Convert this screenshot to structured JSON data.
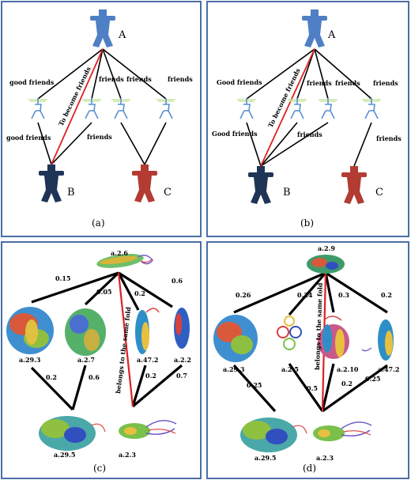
{
  "colors": {
    "panel_border": "#4a6fa5",
    "node_a": "#4f7fc4",
    "node_b": "#1f3556",
    "node_c": "#b23b32",
    "small_icon": "#5b8fd6",
    "highlight_edge": "#e02020"
  },
  "panel_a": {
    "caption": "(a)",
    "node_a": "A",
    "node_b": "B",
    "node_c": "C",
    "good_friends_1": "good friends",
    "good_friends_2": "good friends",
    "to_become_friends": "To become friends",
    "friends_1": "friends",
    "friends_2": "friends",
    "friends_3": "friends",
    "friends_4": "friends"
  },
  "panel_b": {
    "caption": "(b)",
    "node_a": "A",
    "node_b": "B",
    "node_c": "C",
    "good_friends_1": "Good friends",
    "good_friends_2": "Good friends",
    "to_become_friends": "To become friends",
    "friends_1": "friends",
    "friends_2": "friends",
    "friends_3": "friends",
    "friends_4": "friends",
    "friends_5": "friends"
  },
  "panel_c": {
    "caption": "(c)",
    "top": "a.2.6",
    "w1": "0.15",
    "w2": "0.05",
    "w3": "0.2",
    "w4": "0.6",
    "n1": "a.29.3",
    "n2": "a.2.7",
    "n3": "a.47.2",
    "n4": "a.2.2",
    "bw1": "0.2",
    "bw2": "0.6",
    "bw3": "0.2",
    "bw4": "0.7",
    "bottom_left": "a.29.5",
    "bottom_right": "a.2.3",
    "same_fold": "belongs to the same fold"
  },
  "panel_d": {
    "caption": "(d)",
    "top": "a.2.9",
    "w1": "0.26",
    "w2": "0.24",
    "w3": "0.3",
    "w4": "0.2",
    "n1": "a.29.3",
    "n2": "a.2.5",
    "n3": "a.2.10",
    "n4": "a.47.2",
    "bw1": "0.25",
    "bw2": "0.5",
    "bw3": "0.2",
    "bw4": "0.25",
    "bottom_left": "a.29.5",
    "bottom_right": "a.2.3",
    "same_fold": "belongs to the same fold"
  }
}
